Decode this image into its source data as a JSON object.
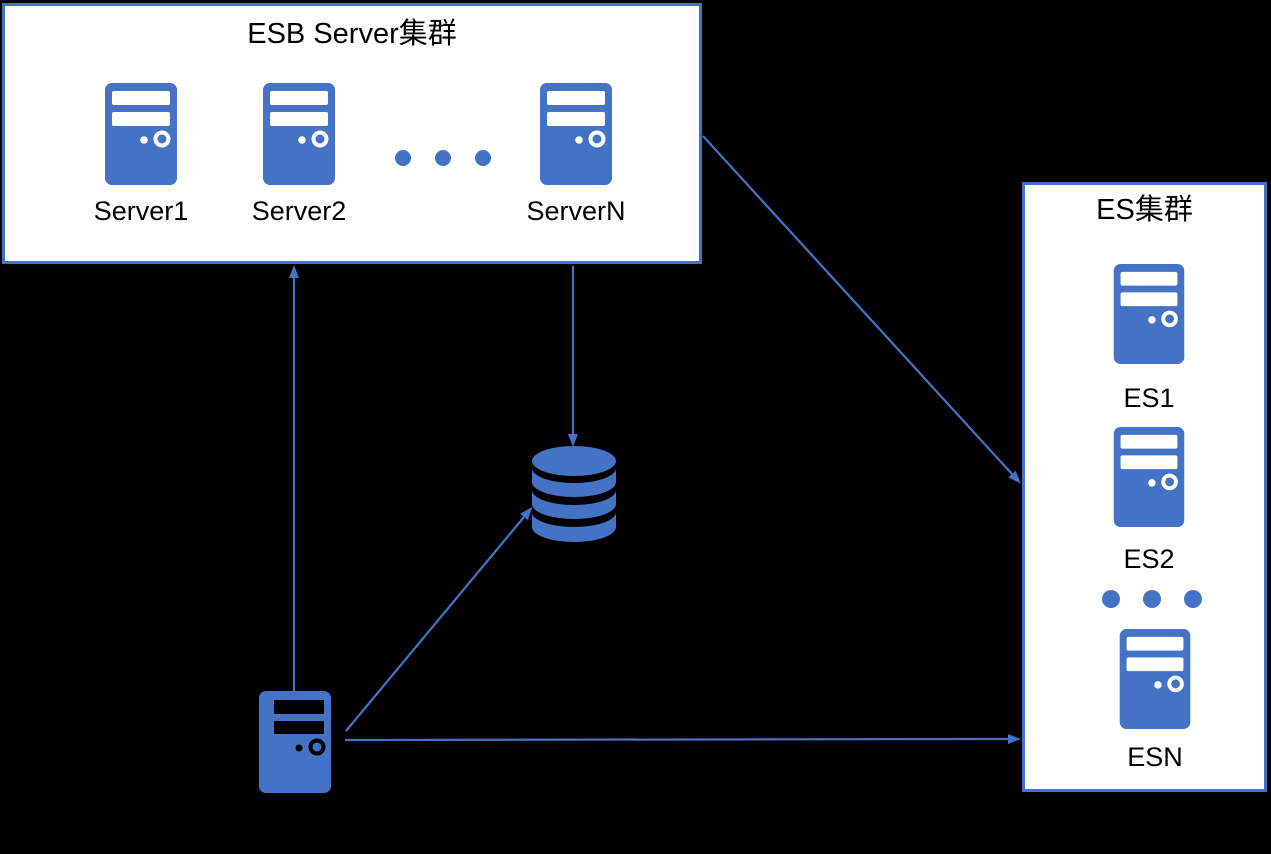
{
  "colors": {
    "background": "#000000",
    "accent": "#4472C4",
    "box_background": "#FFFFFF",
    "text": "#000000"
  },
  "esb_cluster": {
    "title": "ESB Server集群",
    "servers": [
      "Server1",
      "Server2",
      "ServerN"
    ]
  },
  "es_cluster": {
    "title": "ES集群",
    "servers": [
      "ES1",
      "ES2",
      "ESN"
    ]
  },
  "icons": {
    "server": "tower-server-icon",
    "database": "database-cylinder-icon",
    "ellipsis": "three-dots-ellipsis"
  }
}
